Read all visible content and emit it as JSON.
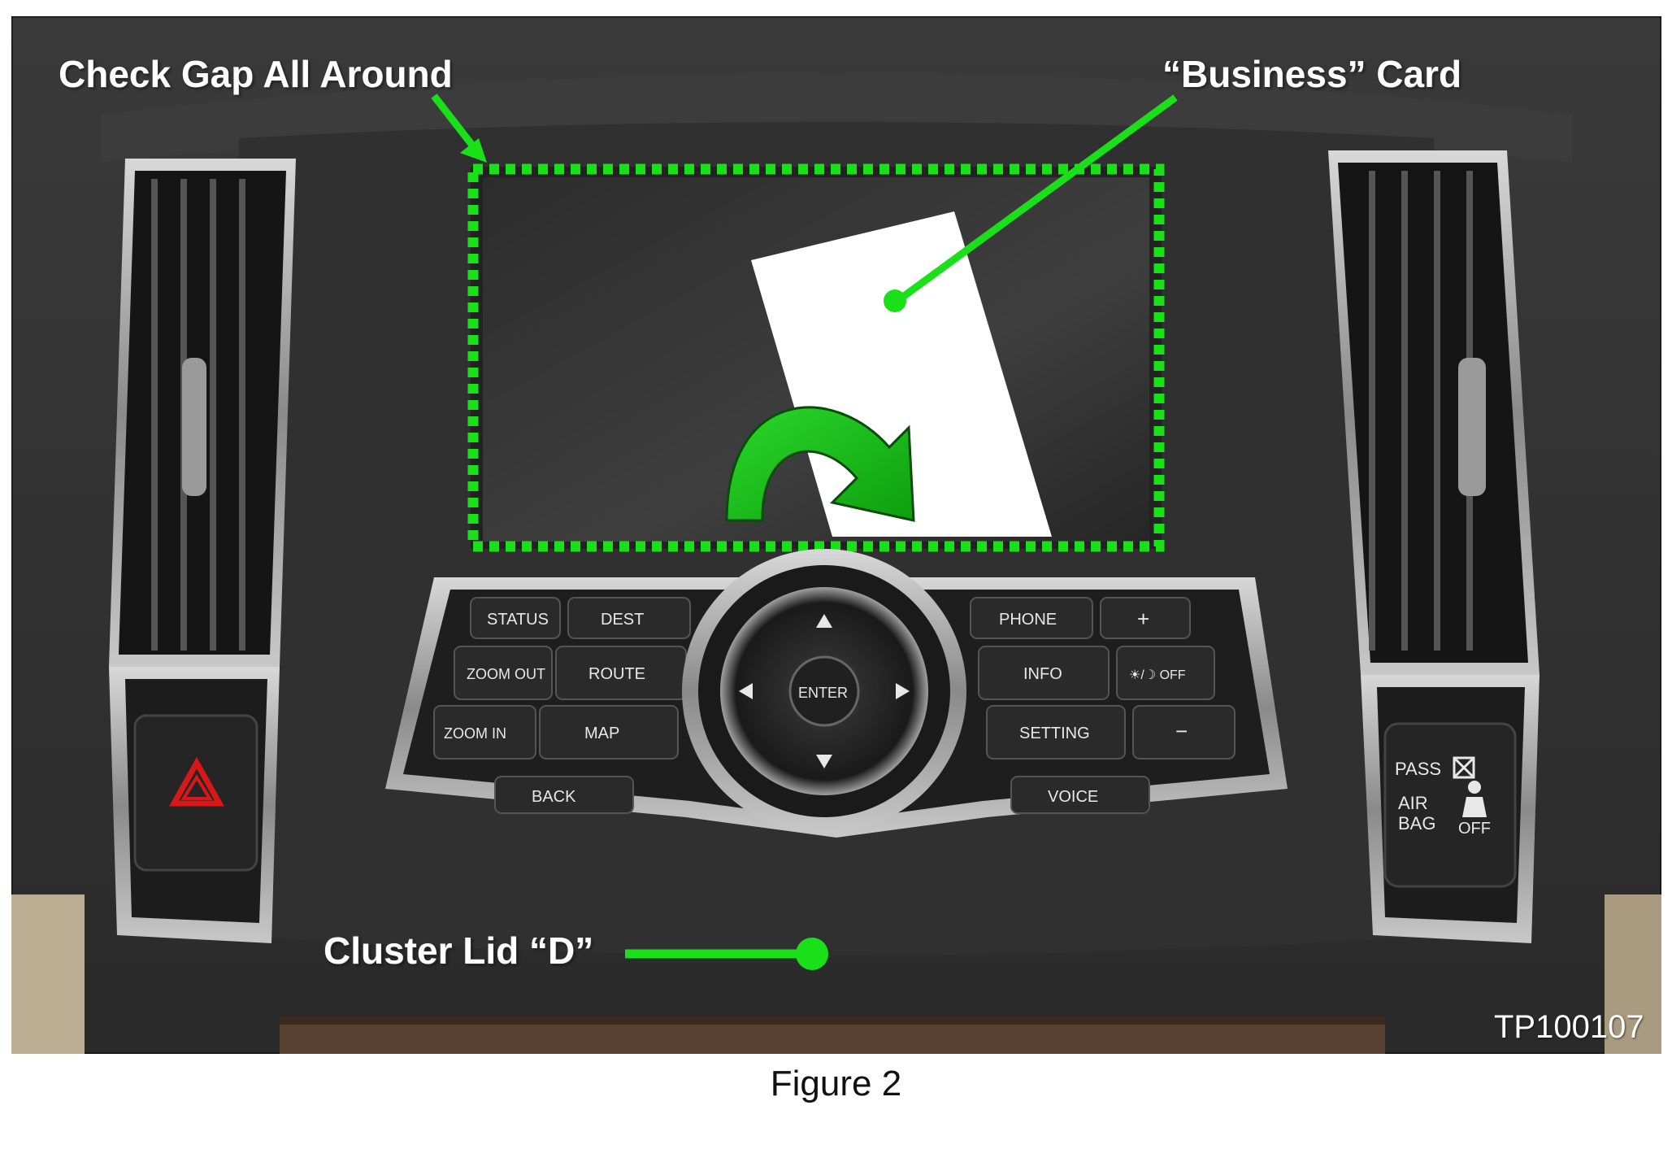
{
  "callouts": {
    "check_gap": "Check Gap All Around",
    "business_card": "“Business” Card",
    "cluster_lid": "Cluster Lid “D”"
  },
  "photo_id": "TP100107",
  "caption": "Figure 2",
  "console": {
    "buttons_left": [
      "STATUS",
      "DEST",
      "ZOOM OUT",
      "ROUTE",
      "ZOOM IN",
      "MAP"
    ],
    "buttons_right": [
      "PHONE",
      "+",
      "INFO",
      "☀/☽ OFF",
      "SETTING",
      "−"
    ],
    "back": "BACK",
    "voice": "VOICE",
    "enter": "ENTER",
    "airbag": {
      "line1": "PASS",
      "line2": "AIR",
      "line3": "BAG",
      "off": "OFF"
    }
  },
  "colors": {
    "callout_green": "#19e019",
    "dashboard_dark": "#2b2b2b",
    "hazard_red": "#d81818"
  },
  "icons": {
    "hazard": "hazard-triangle-icon",
    "rotate": "curved-arrow-icon",
    "airbag": "airbag-off-icon"
  }
}
